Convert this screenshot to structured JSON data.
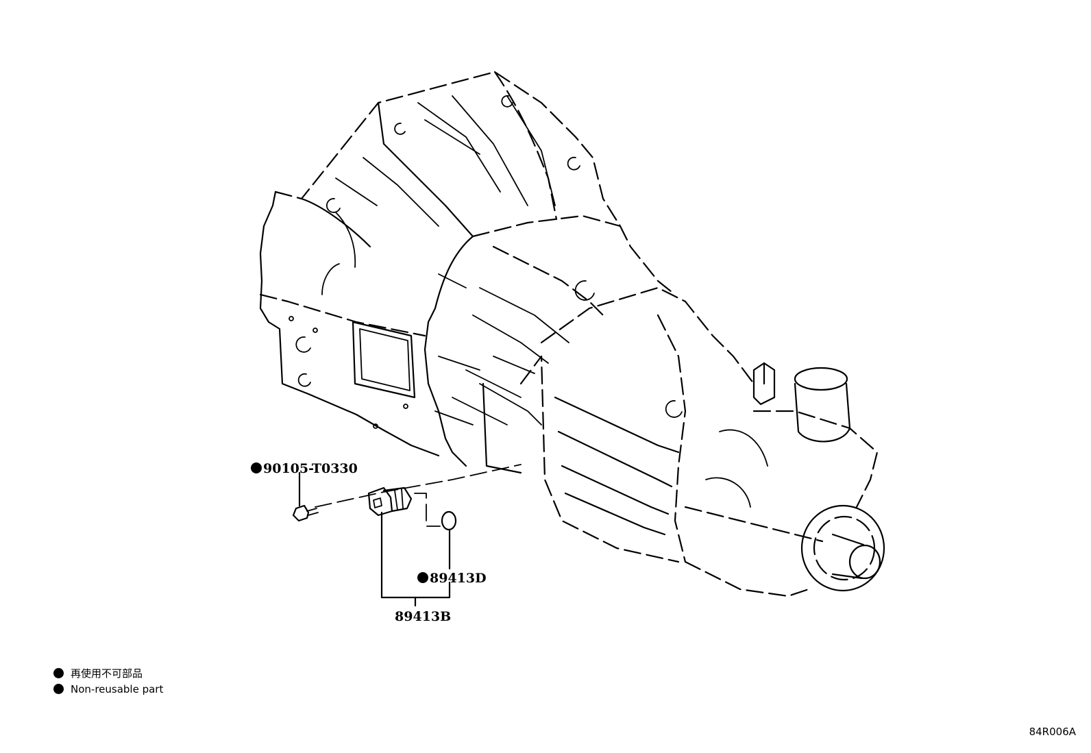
{
  "parts": {
    "bolt": "90105-T0330",
    "gasket": "89413D",
    "sensor": "89413B"
  },
  "legend": {
    "line_ja": "再使用不可部品",
    "line_en": "Non-reusable part"
  },
  "drawing_id": "84R006A",
  "icons": {
    "non_reusable_marker": "filled-black-circle"
  }
}
